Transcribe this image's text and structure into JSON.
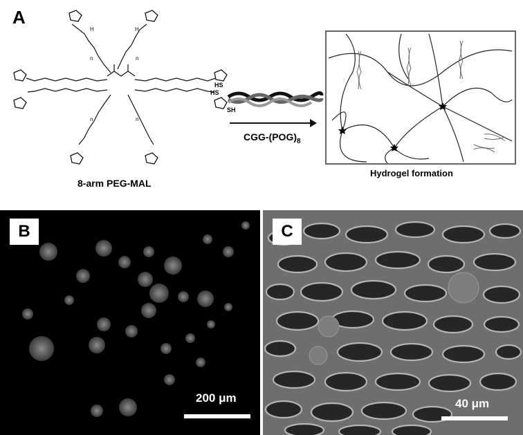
{
  "panel_a": {
    "label": "A",
    "molecule_caption": "8-arm PEG-MAL",
    "peptide_name": "CGG-(POG)",
    "peptide_subscript": "8",
    "thiol_labels": [
      "HS",
      "HS",
      "SH"
    ],
    "result_caption": "Hydrogel formation",
    "amide_label": "H",
    "n_label": "n"
  },
  "panel_b": {
    "label": "B",
    "scale_text": "200 μm"
  },
  "panel_c": {
    "label": "C",
    "scale_text": "40 μm"
  }
}
